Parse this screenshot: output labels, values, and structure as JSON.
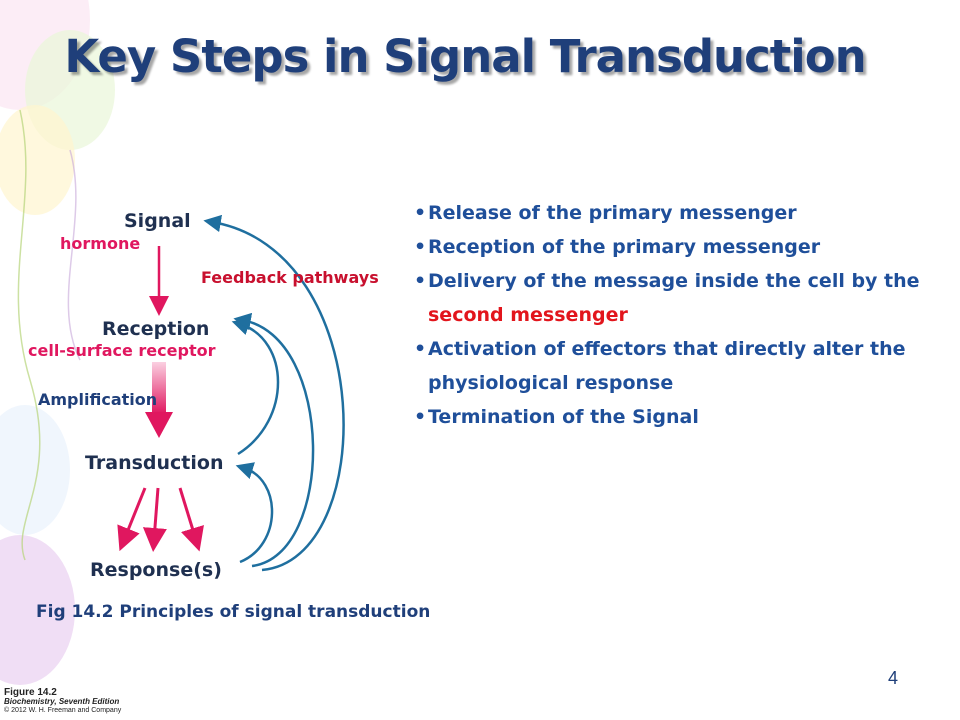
{
  "title": "Key Steps in Signal Transduction",
  "diagram": {
    "nodes": {
      "signal": "Signal",
      "reception": "Reception",
      "transduction": "Transduction",
      "response": "Response(s)"
    },
    "notes": {
      "hormone": "hormone",
      "receptor": "cell-surface receptor",
      "amplification": "Amplification",
      "feedback": "Feedback pathways"
    },
    "colors": {
      "forward_arrow": "#e0175f",
      "feedback_arrow": "#1f6f9f"
    }
  },
  "bullets": {
    "b1": "Release of the primary messenger",
    "b2": "Reception of the primary messenger",
    "b3_pre": "Delivery of the message inside the cell by the ",
    "b3_hl": "second messenger",
    "b4": "Activation of effectors that directly alter the physiological response",
    "b5": "Termination of the Signal"
  },
  "caption": "Fig 14.2 Principles of signal transduction",
  "slide_number": "4",
  "credit": {
    "figure": "Figure 14.2",
    "book": "Biochemistry, Seventh Edition",
    "copyright": "© 2012 W. H. Freeman and Company"
  }
}
